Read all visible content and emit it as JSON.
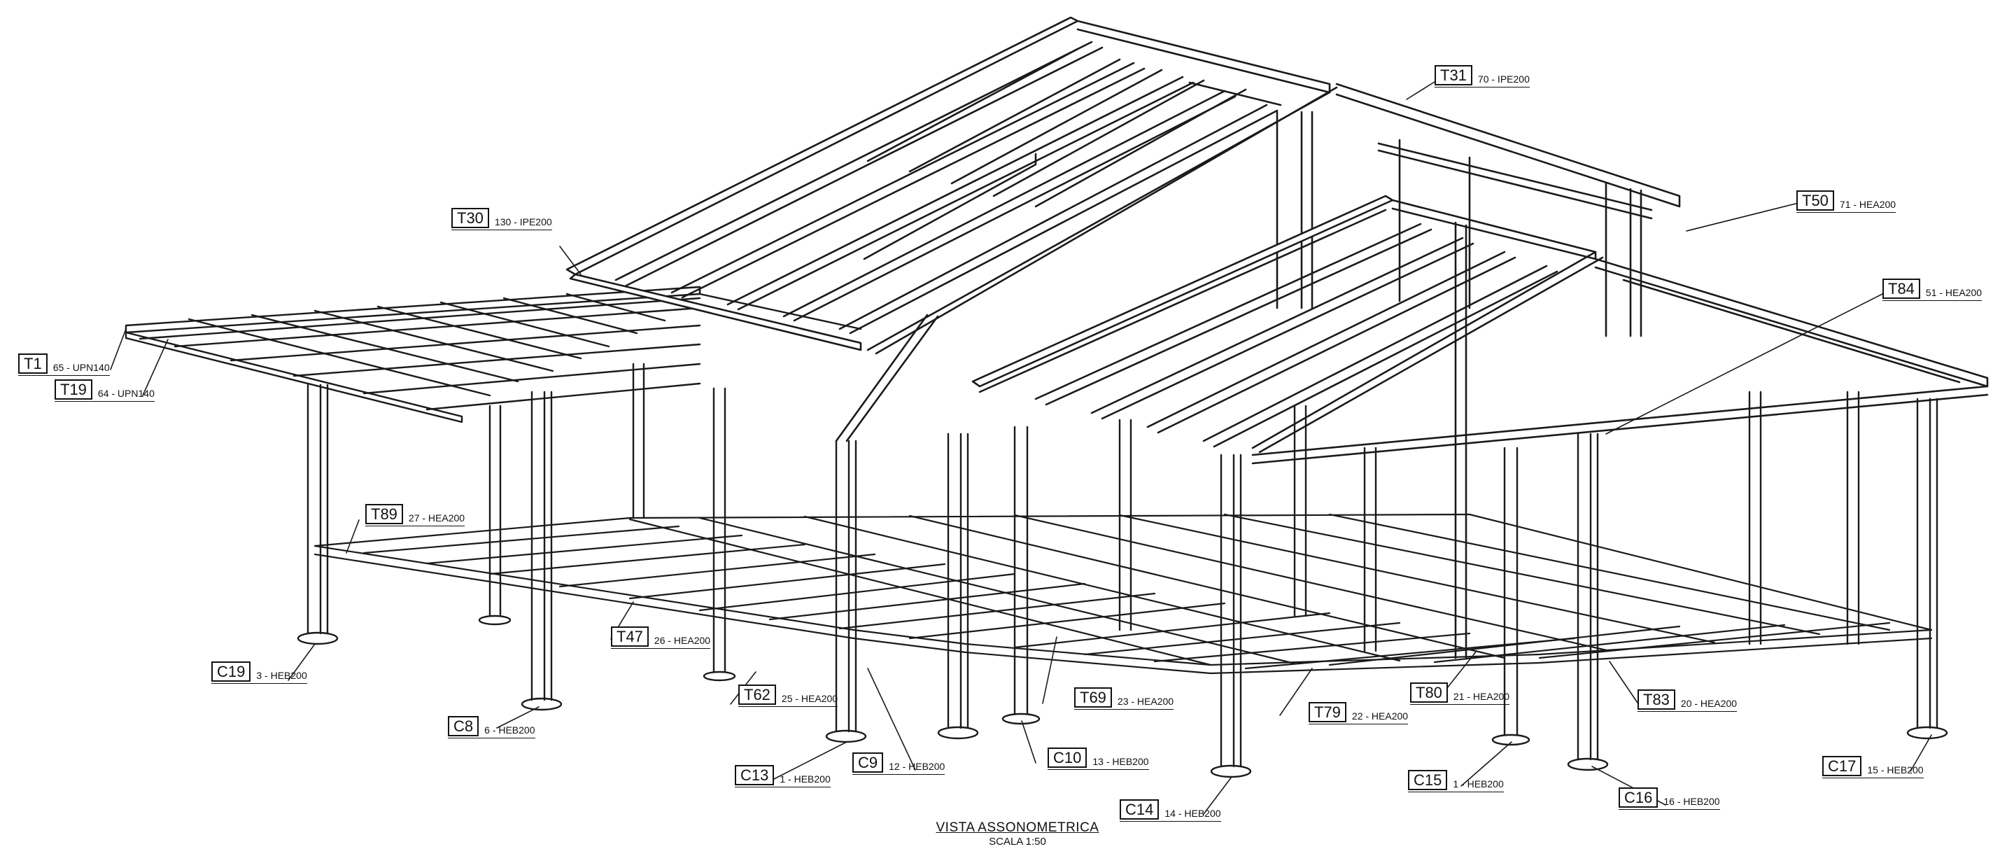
{
  "drawing": {
    "title": "VISTA ASSONOMETRICA",
    "scale": "SCALA  1:50"
  },
  "labels": [
    {
      "id": "T31",
      "code": "T31",
      "desc": "70 - IPE200"
    },
    {
      "id": "T30",
      "code": "T30",
      "desc": "130 - IPE200"
    },
    {
      "id": "T50",
      "code": "T50",
      "desc": "71 - HEA200"
    },
    {
      "id": "T84",
      "code": "T84",
      "desc": "51 - HEA200"
    },
    {
      "id": "T1",
      "code": "T1",
      "desc": "65 - UPN140"
    },
    {
      "id": "T19",
      "code": "T19",
      "desc": "64 - UPN140"
    },
    {
      "id": "T89",
      "code": "T89",
      "desc": "27 - HEA200"
    },
    {
      "id": "T47",
      "code": "T47",
      "desc": "26 - HEA200"
    },
    {
      "id": "C19",
      "code": "C19",
      "desc": "3 - HEB200"
    },
    {
      "id": "T62",
      "code": "T62",
      "desc": "25 - HEA200"
    },
    {
      "id": "T69",
      "code": "T69",
      "desc": "23 - HEA200"
    },
    {
      "id": "T80",
      "code": "T80",
      "desc": "21 - HEA200"
    },
    {
      "id": "T83",
      "code": "T83",
      "desc": "20 - HEA200"
    },
    {
      "id": "T79",
      "code": "T79",
      "desc": "22 - HEA200"
    },
    {
      "id": "C8",
      "code": "C8",
      "desc": "6 - HEB200"
    },
    {
      "id": "C9",
      "code": "C9",
      "desc": "12 - HEB200"
    },
    {
      "id": "C10",
      "code": "C10",
      "desc": "13 - HEB200"
    },
    {
      "id": "C13",
      "code": "C13",
      "desc": "1 - HEB200"
    },
    {
      "id": "C14",
      "code": "C14",
      "desc": "14 - HEB200"
    },
    {
      "id": "C15",
      "code": "C15",
      "desc": "1 - HEB200"
    },
    {
      "id": "C16",
      "code": "C16",
      "desc": "16 - HEB200"
    },
    {
      "id": "C17",
      "code": "C17",
      "desc": "15 - HEB200"
    }
  ]
}
